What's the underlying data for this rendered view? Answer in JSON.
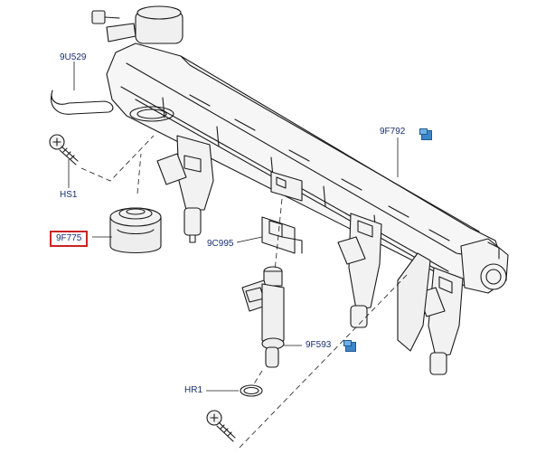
{
  "labels": {
    "l_9u529": "9U529",
    "l_hs1": "HS1",
    "l_9f775": "9F775",
    "l_9c995": "9C995",
    "l_9f792": "9F792",
    "l_9f593": "9F593",
    "l_hr1": "HR1"
  },
  "highlight": {
    "part": "9F775",
    "color": "#cc2222"
  },
  "colors": {
    "line": "#1a1a1a",
    "label": "#1a2e6e",
    "icon": "#3a86c8"
  }
}
